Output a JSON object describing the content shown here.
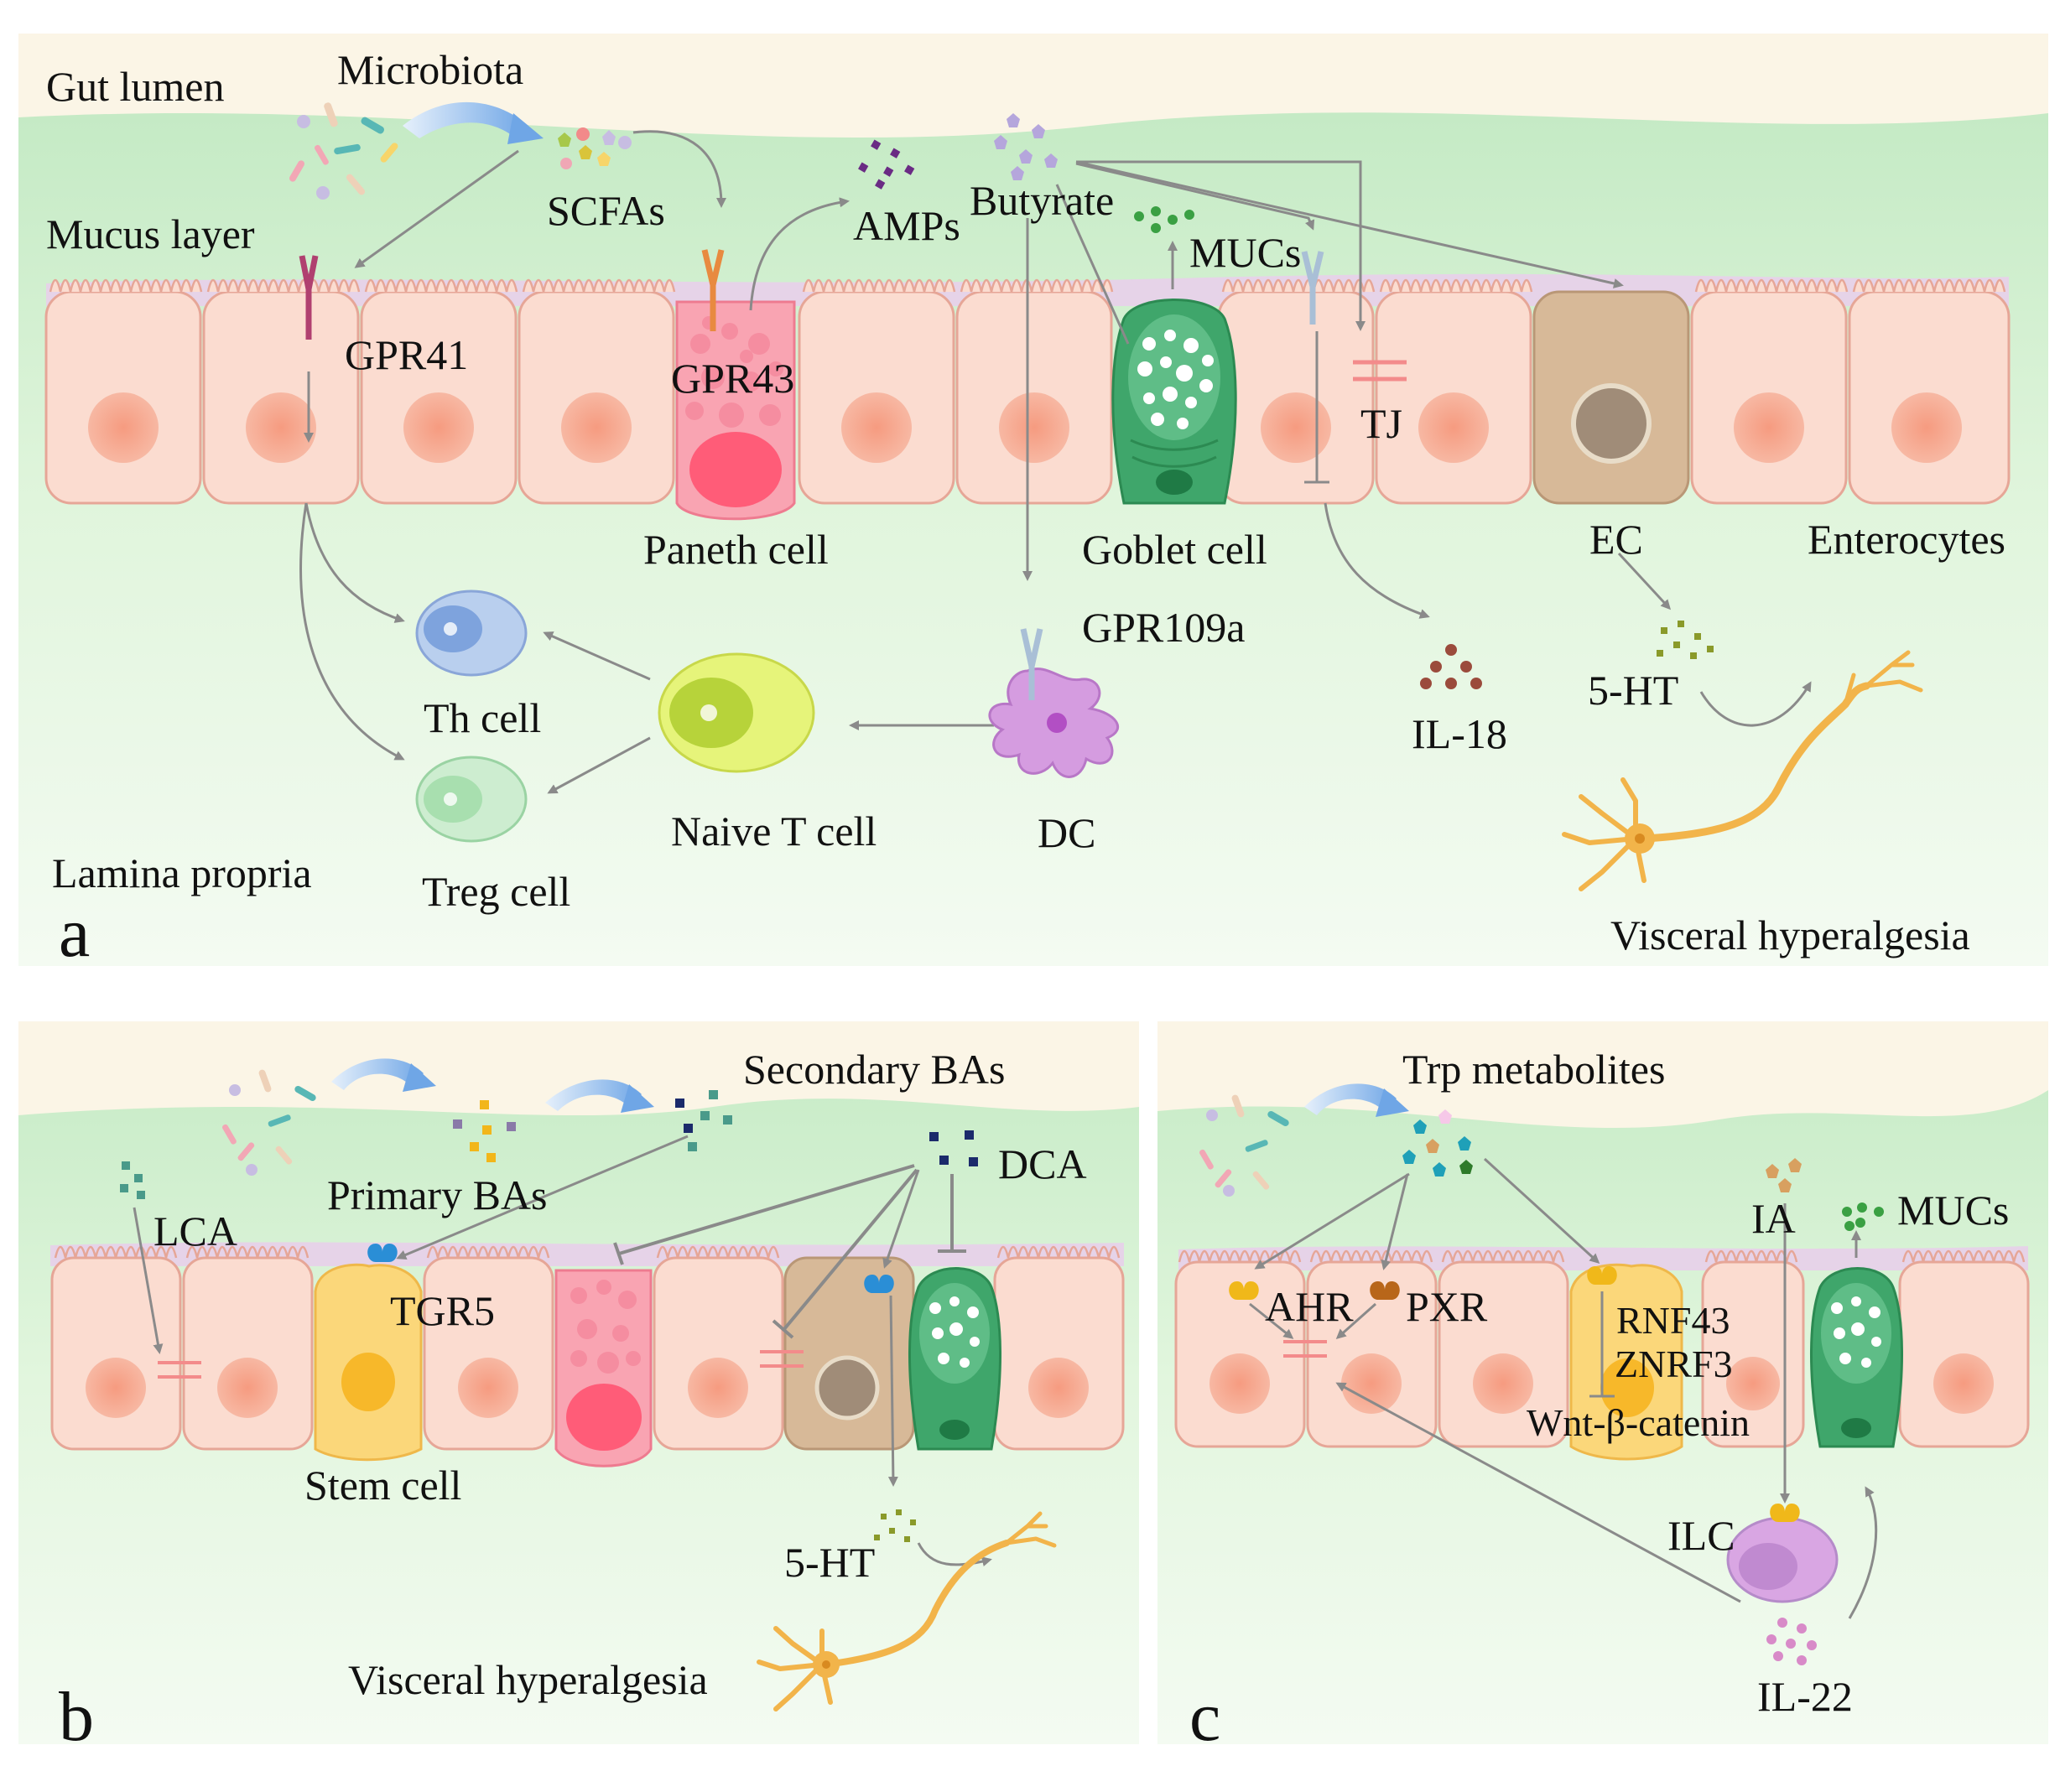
{
  "panel_a": {
    "letter": "a",
    "regions": {
      "lumen": "Gut lumen",
      "mucus": "Mucus layer",
      "lamina": "Lamina propria"
    },
    "microbiota": "Microbiota",
    "scfas": "SCFAs",
    "amps": "AMPs",
    "butyrate": "Butyrate",
    "mucs": "MUCs",
    "gpr41": "GPR41",
    "gpr43": "GPR43",
    "gpr109a": "GPR109a",
    "tj": "TJ",
    "paneth": "Paneth cell",
    "goblet": "Goblet cell",
    "ec": "EC",
    "enterocytes": "Enterocytes",
    "th": "Th cell",
    "treg": "Treg cell",
    "naive": "Naive T cell",
    "dc": "DC",
    "il18": "IL-18",
    "ht": "5-HT",
    "visceral": "Visceral hyperalgesia"
  },
  "panel_b": {
    "letter": "b",
    "secondary": "Secondary BAs",
    "primary": "Primary BAs",
    "lca": "LCA",
    "dca": "DCA",
    "tgr5": "TGR5",
    "stem": "Stem cell",
    "ht": "5-HT",
    "visceral": "Visceral hyperalgesia"
  },
  "panel_c": {
    "letter": "c",
    "trp": "Trp metabolites",
    "ia": "IA",
    "mucs": "MUCs",
    "ahr": "AHR",
    "pxr": "PXR",
    "rnf43": "RNF43",
    "znrf3": "ZNRF3",
    "wnt": "Wnt-β-catenin",
    "ilc": "ILC",
    "il22": "IL-22"
  },
  "colors": {
    "lumen": "#fbf5e6",
    "tissue": "#d8f2d4",
    "mucus": "#e6d3e8",
    "enterocyte": "#fbdcd0",
    "nucleus": "#f4a48a",
    "paneth": "#f78fa1",
    "goblet": "#3fa66b",
    "ec": "#d7b998",
    "stem": "#fbd77a",
    "arrow": "#8a8a8a",
    "neuron": "#f2b44a"
  }
}
